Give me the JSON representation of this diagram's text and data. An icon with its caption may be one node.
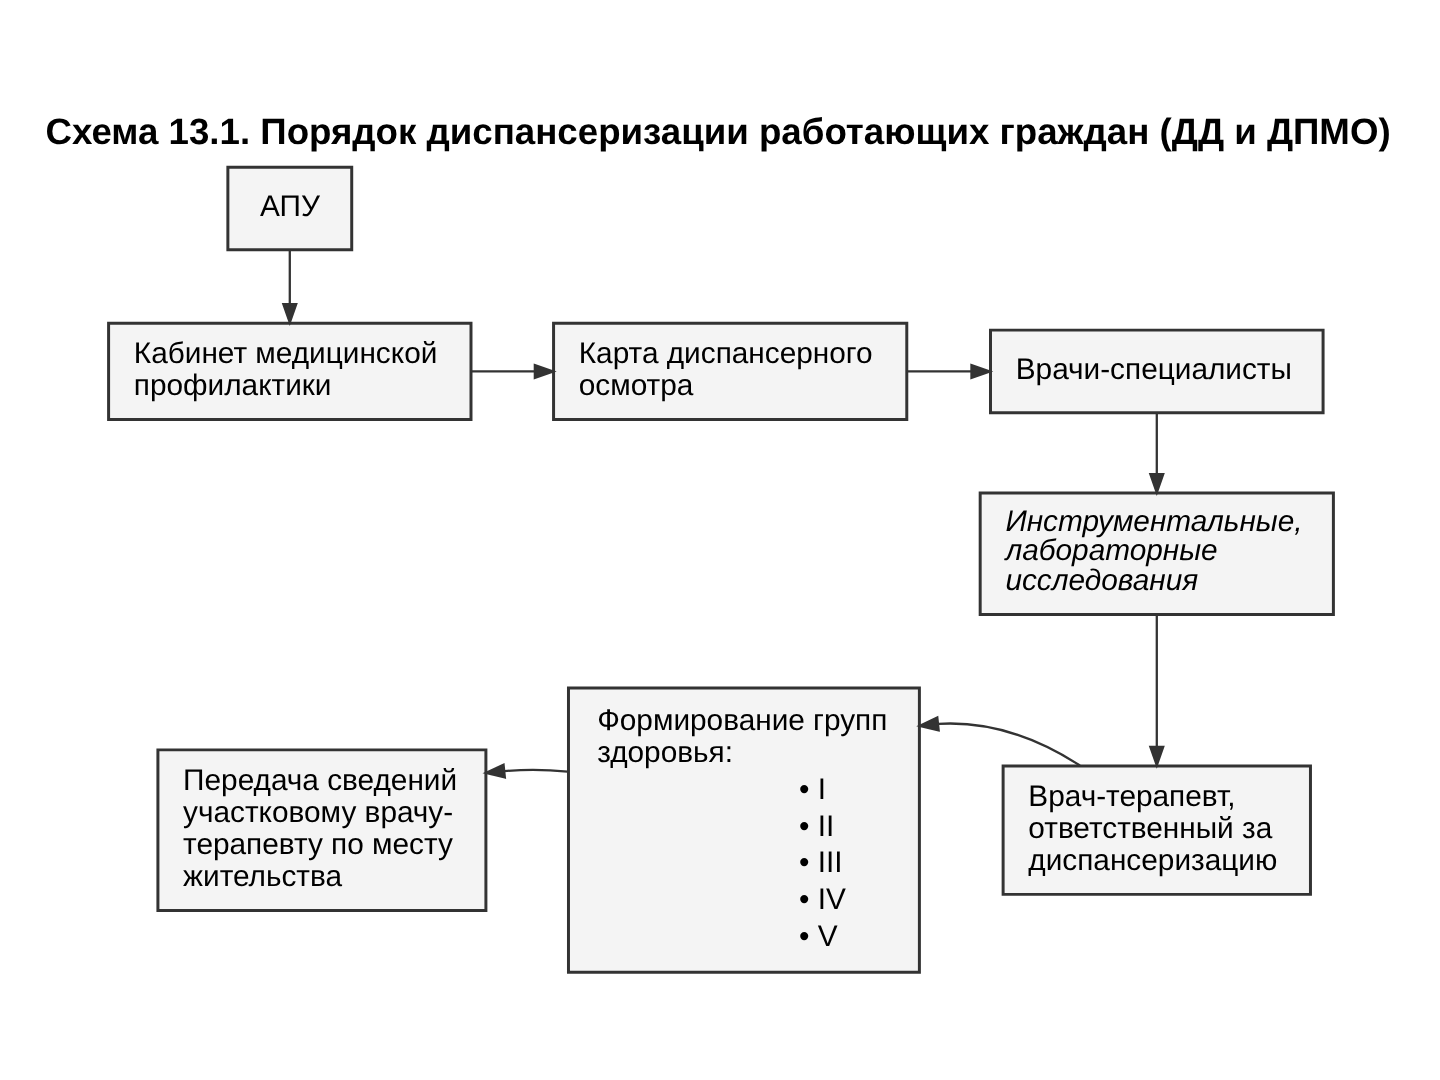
{
  "diagram": {
    "title": "Схема 13.1. Порядок диспансеризации работающих граждан (ДД и ДПМО)",
    "nodes": [
      {
        "text": [
          "АПУ"
        ]
      },
      {
        "text": [
          "Кабинет медицинской профилактики"
        ]
      },
      {
        "text": [
          "Карта диспансерного осмотра"
        ]
      },
      {
        "text": [
          "Врачи-специалисты"
        ]
      },
      {
        "text": [
          "Инструментальные, лабораторные исследования"
        ]
      },
      {
        "text": [
          "Врач-терапевт, ответственный за диспансеризацию"
        ]
      },
      {
        "text": [
          "Формирование групп здоровья:",
          "• I",
          "• II",
          "• III",
          "• IV",
          "• V"
        ]
      },
      {
        "text": [
          "Передача сведений участковому врачу-терапевту по месту жительства"
        ]
      }
    ],
    "edges": [
      {
        "from": 0,
        "to": 1,
        "arrow": "to"
      },
      {
        "from": 1,
        "to": 2,
        "arrow": "to"
      },
      {
        "from": 2,
        "to": 3,
        "arrow": "to"
      },
      {
        "from": 3,
        "to": 4,
        "arrow": "to"
      },
      {
        "from": 4,
        "to": 5,
        "arrow": "to"
      },
      {
        "from": 5,
        "to": 6,
        "arrow": "to"
      },
      {
        "from": 6,
        "to": 7,
        "arrow": "to"
      }
    ]
  }
}
